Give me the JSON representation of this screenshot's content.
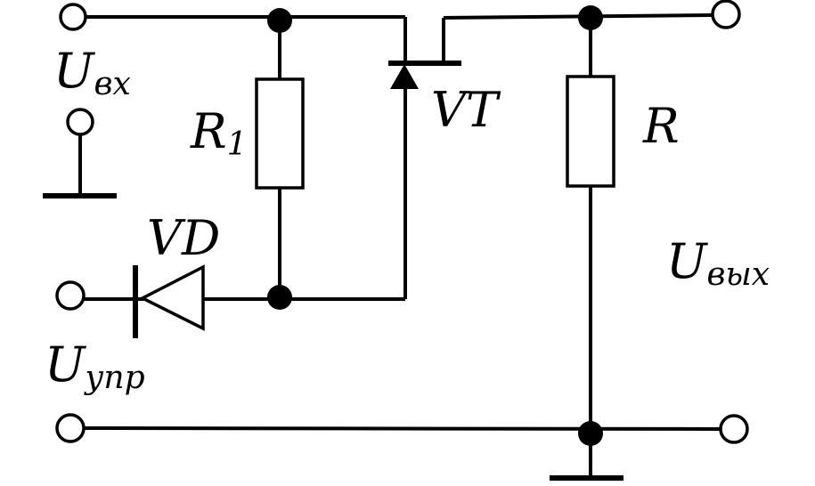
{
  "labels": {
    "u_in": {
      "main": "U",
      "sub": "вх"
    },
    "r1": {
      "main": "R",
      "sub": "1"
    },
    "vt": "VT",
    "r": "R",
    "vd": "VD",
    "u_out": {
      "main": "U",
      "sub": "вых"
    },
    "u_ctrl": {
      "main": "U",
      "sub": "упр"
    }
  }
}
